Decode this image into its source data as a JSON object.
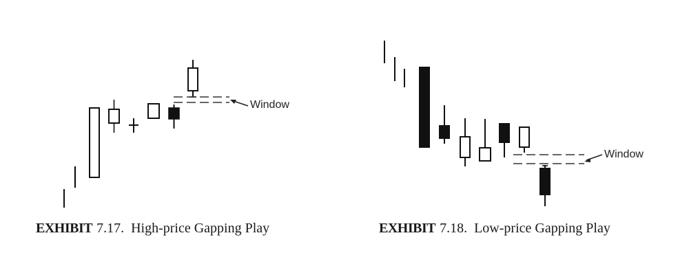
{
  "colors": {
    "ink": "#111111",
    "paper": "#ffffff",
    "text": "#1a1a1a"
  },
  "exhibits": [
    {
      "label": "EXHIBIT",
      "number": "7.17.",
      "title": "High-price Gapping Play",
      "annotation": "Window"
    },
    {
      "label": "EXHIBIT",
      "number": "7.18.",
      "title": "Low-price Gapping Play",
      "annotation": "Window"
    }
  ],
  "chart_data": [
    {
      "type": "candlestick",
      "title": "EXHIBIT 7.17. High-price Gapping Play",
      "xlabel": "",
      "ylabel": "",
      "grid": false,
      "annotations": [
        {
          "text": "Window",
          "points_to": "gap between dashed lines above prior highs and below final candle low"
        }
      ],
      "note": "Values are relative pixel-based price levels (higher = higher price), read from drawing; no axes shown.",
      "candles": [
        {
          "index": 1,
          "kind": "line",
          "high": 125,
          "low": 98
        },
        {
          "index": 2,
          "kind": "line",
          "high": 158,
          "low": 127
        },
        {
          "index": 3,
          "kind": "white",
          "open": 142,
          "close": 243,
          "high": 243,
          "low": 142
        },
        {
          "index": 4,
          "kind": "white",
          "open": 221,
          "close": 241,
          "high": 255,
          "low": 207
        },
        {
          "index": 5,
          "kind": "doji",
          "open": 218,
          "close": 218,
          "high": 228,
          "low": 207
        },
        {
          "index": 6,
          "kind": "white",
          "open": 228,
          "close": 249,
          "high": 249,
          "low": 228
        },
        {
          "index": 7,
          "kind": "black",
          "open": 243,
          "close": 227,
          "high": 248,
          "low": 213
        },
        {
          "index": 8,
          "kind": "white",
          "open": 268,
          "close": 301,
          "high": 313,
          "low": 259
        }
      ],
      "window": {
        "upper": 259,
        "lower": 251
      }
    },
    {
      "type": "candlestick",
      "title": "EXHIBIT 7.18. Low-price Gapping Play",
      "xlabel": "",
      "ylabel": "",
      "grid": false,
      "annotations": [
        {
          "text": "Window",
          "points_to": "gap between dashed lines below prior lows and above final candle high"
        }
      ],
      "note": "Values are relative pixel-based price levels (higher = higher price), read from drawing; no axes shown.",
      "candles": [
        {
          "index": 1,
          "kind": "line",
          "high": 341,
          "low": 308
        },
        {
          "index": 2,
          "kind": "line",
          "high": 317,
          "low": 282
        },
        {
          "index": 3,
          "kind": "line",
          "high": 300,
          "low": 273
        },
        {
          "index": 4,
          "kind": "black",
          "open": 303,
          "close": 185,
          "high": 303,
          "low": 185
        },
        {
          "index": 5,
          "kind": "black",
          "open": 218,
          "close": 198,
          "high": 247,
          "low": 191
        },
        {
          "index": 6,
          "kind": "white",
          "open": 171,
          "close": 201,
          "high": 228,
          "low": 158
        },
        {
          "index": 7,
          "kind": "white",
          "open": 166,
          "close": 185,
          "high": 227,
          "low": 166
        },
        {
          "index": 8,
          "kind": "black",
          "open": 221,
          "close": 192,
          "high": 221,
          "low": 171
        },
        {
          "index": 9,
          "kind": "white",
          "open": 186,
          "close": 215,
          "high": 215,
          "low": 178
        },
        {
          "index": 10,
          "kind": "black",
          "open": 156,
          "close": 116,
          "high": 160,
          "low": 100
        }
      ],
      "window": {
        "upper": 175,
        "lower": 162
      }
    }
  ]
}
